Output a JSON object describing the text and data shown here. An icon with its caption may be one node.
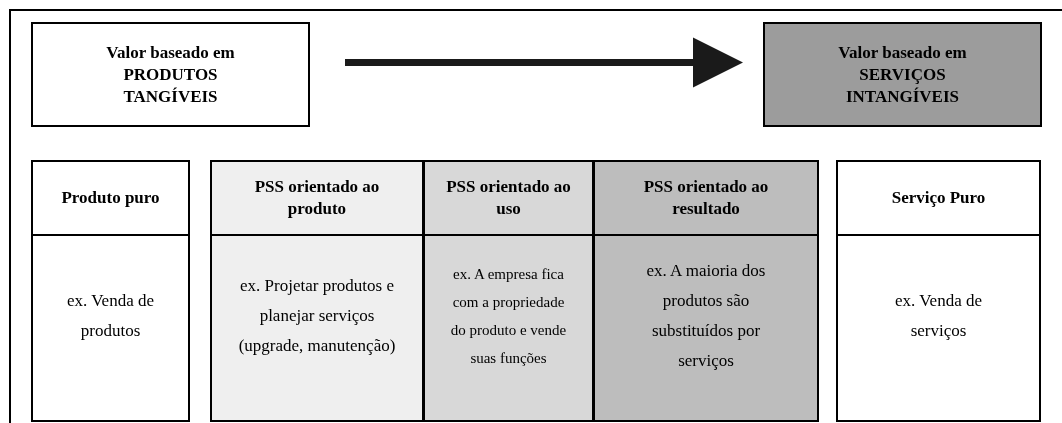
{
  "diagram": {
    "nodes": [
      {
        "text": [
          "Valor baseado em PRODUTOS TANGÍVEIS"
        ]
      },
      {
        "text": [
          "Valor baseado em SERVIÇOS INTANGÍVEIS"
        ]
      },
      {
        "text": [
          "Produto puro",
          "ex. Venda de produtos"
        ]
      },
      {
        "text": [
          "PSS orientado ao produto",
          "ex. Projetar produtos e planejar serviços (upgrade, manutenção)"
        ]
      },
      {
        "text": [
          "PSS orientado ao uso",
          "ex. A empresa fica com a propriedade do produto e vende suas funções"
        ]
      },
      {
        "text": [
          "PSS orientado ao resultado",
          "ex. A maioria dos produtos são substituídos por serviços"
        ]
      },
      {
        "text": [
          "Serviço Puro",
          "ex. Venda de serviços"
        ]
      }
    ],
    "edges": [
      {
        "from": 0,
        "to": 1,
        "arrow": "to"
      }
    ]
  }
}
